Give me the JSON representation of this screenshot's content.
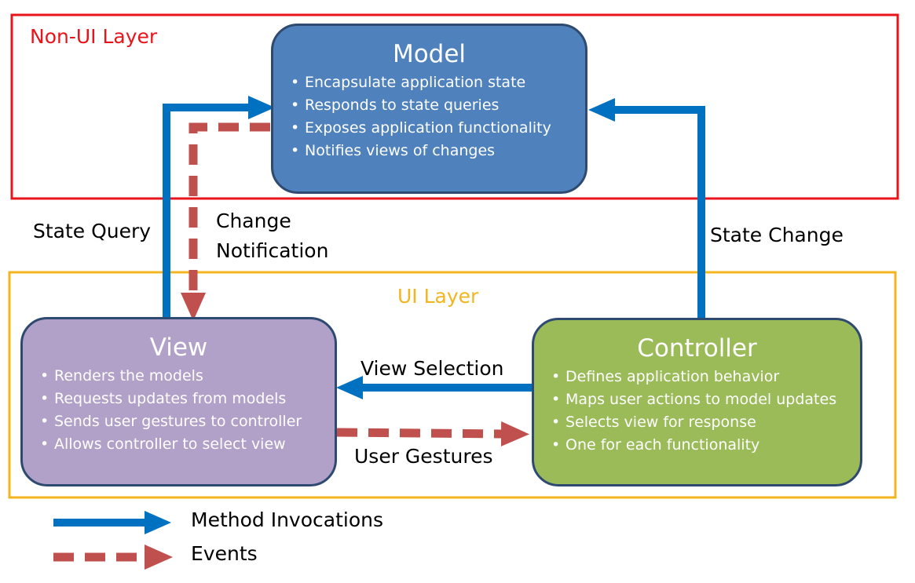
{
  "layers": {
    "non_ui": {
      "label": "Non-UI Layer",
      "color": "#e8141b"
    },
    "ui": {
      "label": "UI Layer",
      "color": "#f3b51f"
    }
  },
  "nodes": {
    "model": {
      "title": "Model",
      "color": "#4f81bd",
      "bullet": "•",
      "items": [
        "Encapsulate application state",
        "Responds to state queries",
        "Exposes application functionality",
        "Notifies views of changes"
      ]
    },
    "view": {
      "title": "View",
      "color": "#b1a0c7",
      "bullet": "•",
      "items": [
        "Renders the models",
        "Requests updates from models",
        "Sends user gestures to controller",
        "Allows controller to select view"
      ]
    },
    "controller": {
      "title": "Controller",
      "color": "#9bbb59",
      "bullet": "•",
      "items": [
        "Defines application behavior",
        "Maps user actions to model updates",
        "Selects view for response",
        "One for each functionality"
      ]
    }
  },
  "edges": {
    "state_query": {
      "label": "State Query",
      "type": "method"
    },
    "change_notification": {
      "label_line1": "Change",
      "label_line2": "Notification",
      "type": "event"
    },
    "state_change": {
      "label": "State Change",
      "type": "method"
    },
    "view_selection": {
      "label": "View Selection",
      "type": "method"
    },
    "user_gestures": {
      "label": "User Gestures",
      "type": "event"
    }
  },
  "legend": {
    "method": {
      "label": "Method Invocations",
      "color": "#0070c0"
    },
    "event": {
      "label": "Events",
      "color": "#c0504d"
    }
  }
}
